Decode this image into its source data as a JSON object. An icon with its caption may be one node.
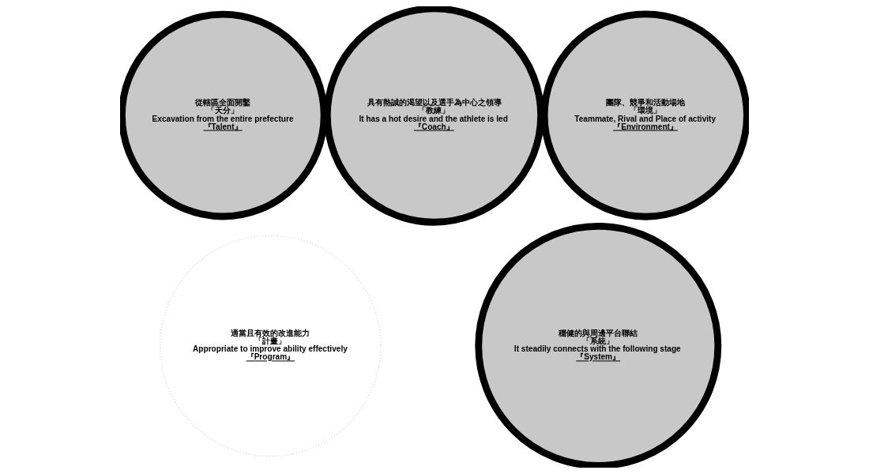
{
  "diagram": {
    "nodes": [
      {
        "text": [
          "從轄區全面開鑿",
          "「天分」",
          "Excavation from the entire prefecture",
          "『Talent』"
        ]
      },
      {
        "text": [
          "具有熱誠的渴望以及選手為中心之領導",
          "「教練」",
          "It has a hot desire and the athlete is led",
          "『Coach』"
        ]
      },
      {
        "text": [
          "團隊、競爭和活動場地",
          "「環境」",
          "Teammate, Rival and Place of activity",
          "『Environment』"
        ]
      },
      {
        "text": [
          "適當且有效的改進能力",
          "「計畫」",
          "Appropriate to improve ability effectively",
          "『Program』"
        ]
      },
      {
        "text": [
          "穩健的與周邊平台聯結",
          "「系統」",
          "It steadily connects with the following stage",
          "『System』"
        ]
      }
    ]
  }
}
